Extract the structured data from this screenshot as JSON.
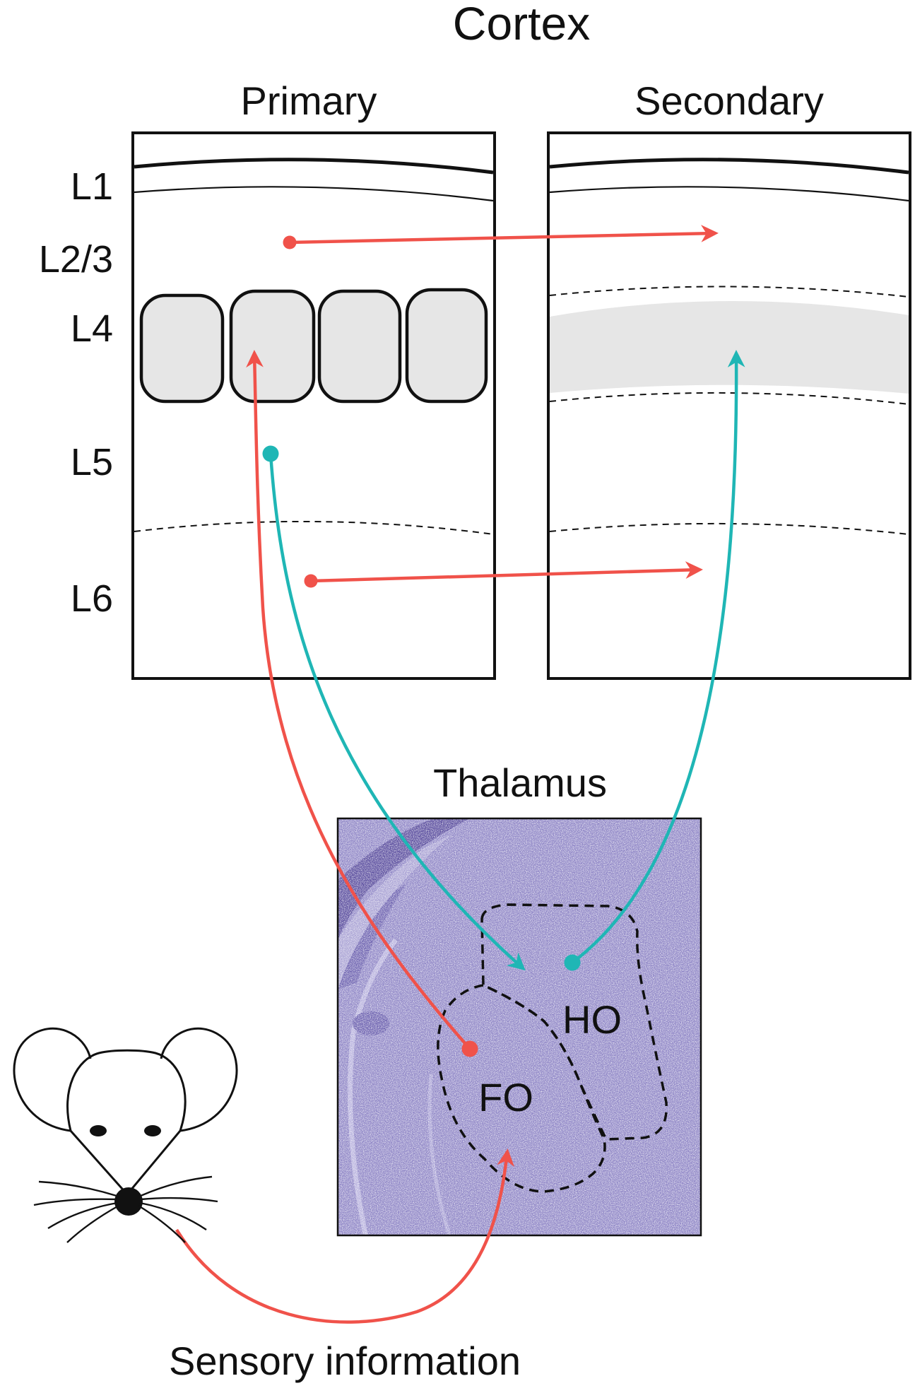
{
  "title": "Cortex",
  "cortex": {
    "primary_label": "Primary",
    "secondary_label": "Secondary",
    "layers": [
      "L1",
      "L2/3",
      "L4",
      "L5",
      "L6"
    ]
  },
  "thalamus": {
    "label": "Thalamus",
    "nuclei": {
      "fo": "FO",
      "ho": "HO"
    }
  },
  "input_label": "Sensory information",
  "colors": {
    "red_pathway": "#f0524a",
    "teal_pathway": "#1fb6b5",
    "barrel_fill": "#e6e6e6",
    "stain_base": "#8f86c6",
    "stain_dark": "#5a4d9e"
  },
  "icons": {
    "mouse": "mouse-head-icon"
  }
}
